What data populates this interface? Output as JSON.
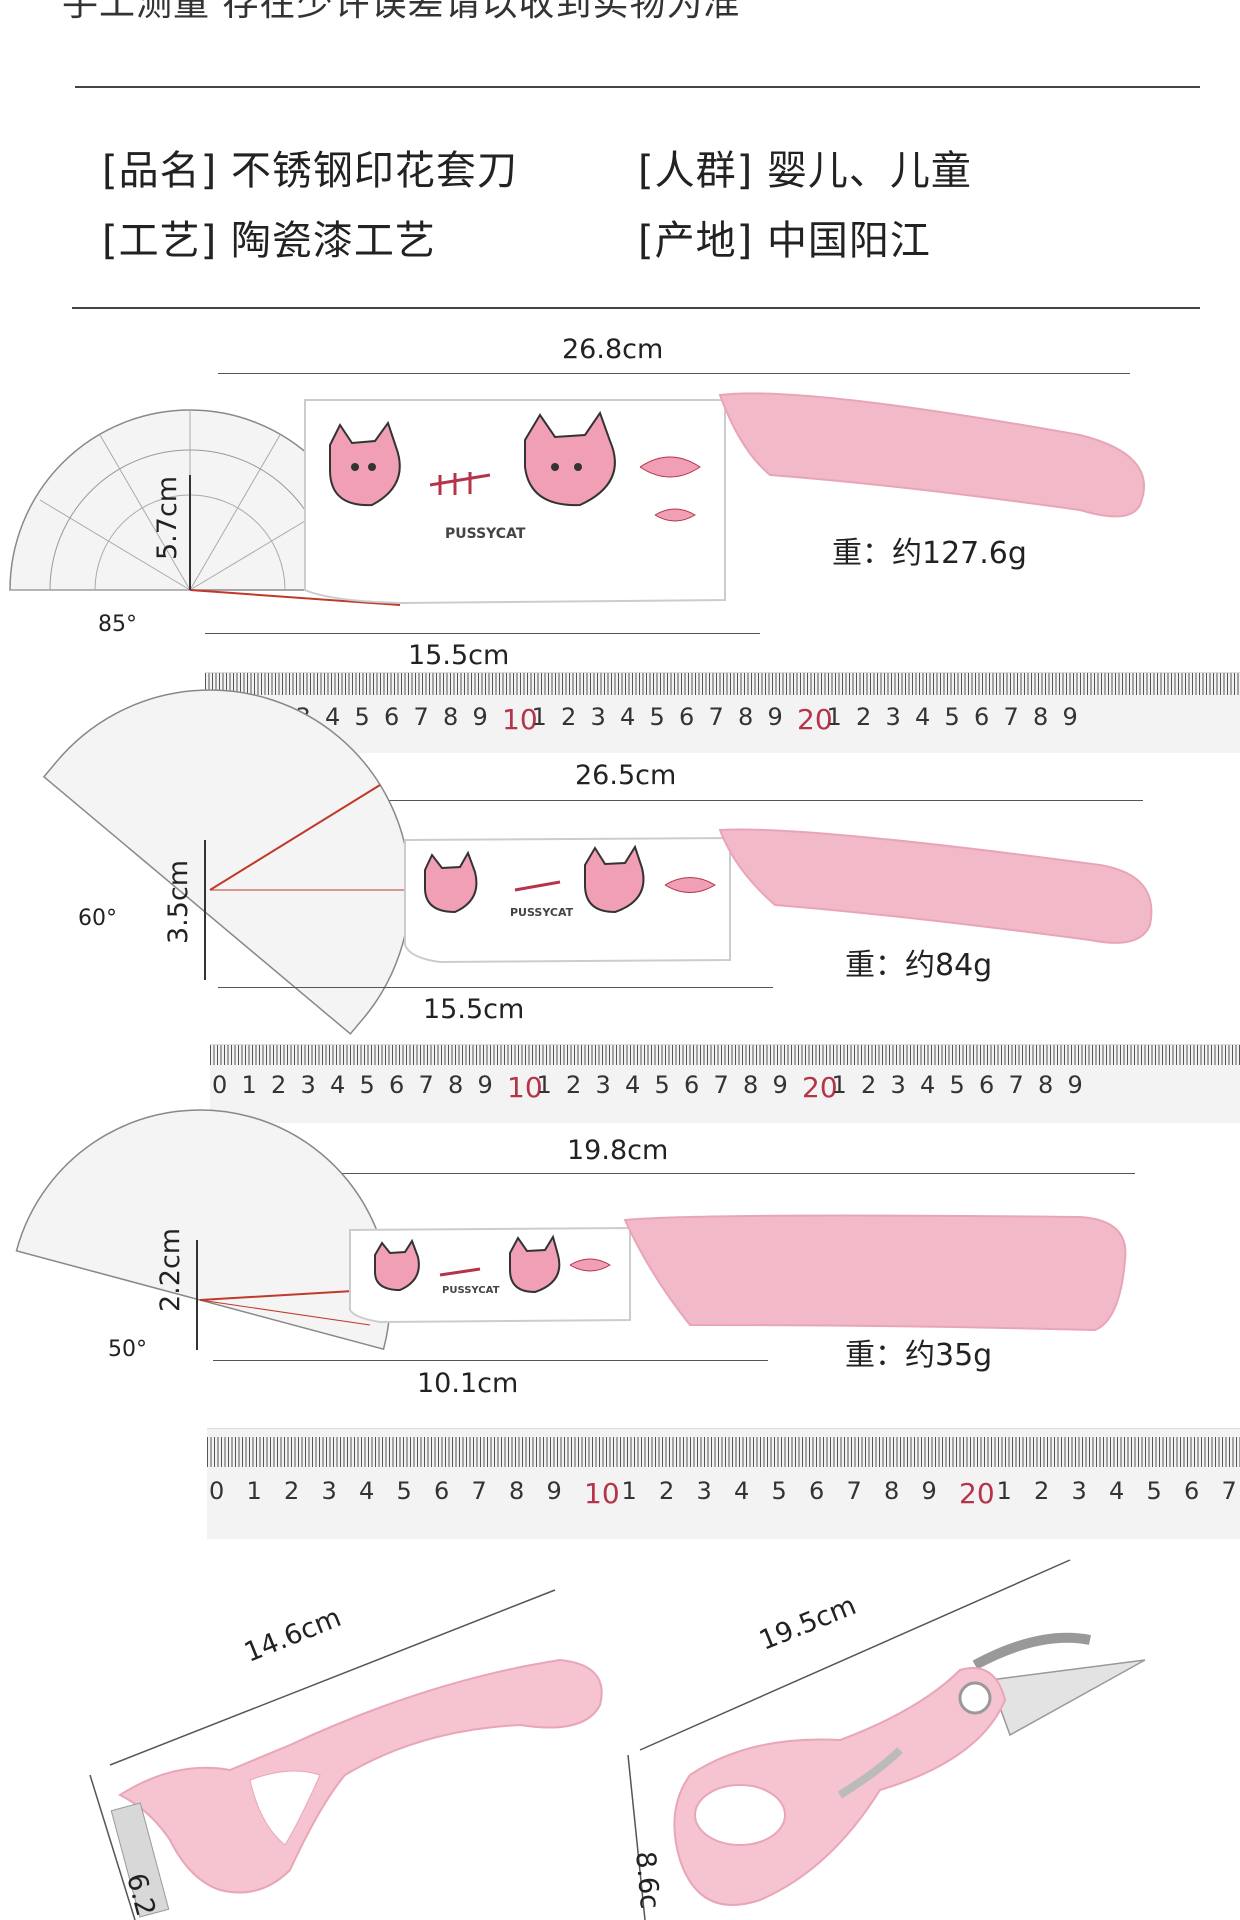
{
  "notice": "手工测量 存在少许误差请以收到实物为准",
  "specs": {
    "name_label": "[品名]",
    "name_value": "不锈钢印花套刀",
    "crowd_label": "[人群]",
    "crowd_value": "婴儿、儿童",
    "craft_label": "[工艺]",
    "craft_value": "陶瓷漆工艺",
    "origin_label": "[产地]",
    "origin_value": "中国阳江"
  },
  "knives": [
    {
      "total_length": "26.8cm",
      "blade_length": "15.5cm",
      "blade_height": "5.7cm",
      "angle": "85°",
      "weight": "重：约127.6g",
      "print": "PUSSYCAT"
    },
    {
      "total_length": "26.5cm",
      "blade_length": "15.5cm",
      "blade_height": "3.5cm",
      "angle": "60°",
      "weight": "重：约84g",
      "print": "PUSSYCAT"
    },
    {
      "total_length": "19.8cm",
      "blade_length": "10.1cm",
      "blade_height": "2.2cm",
      "angle": "50°",
      "weight": "重：约35g",
      "print": "PUSSYCAT"
    }
  ],
  "ruler_labels": [
    "0",
    "1",
    "2",
    "3",
    "4",
    "5",
    "6",
    "7",
    "8",
    "9",
    "10",
    "1",
    "2",
    "3",
    "4",
    "5",
    "6",
    "7",
    "8",
    "9",
    "20",
    "1",
    "2",
    "3",
    "4",
    "5",
    "6",
    "7",
    "8",
    "9"
  ],
  "tools": {
    "peeler_length": "14.6cm",
    "peeler_width": "6.2",
    "scissors_length": "19.5cm",
    "scissors_width": "8.6c"
  },
  "colors": {
    "handle_pink": "#f2b9c8",
    "accent_red": "#b5344a",
    "cat_pink": "#f09fb5"
  }
}
